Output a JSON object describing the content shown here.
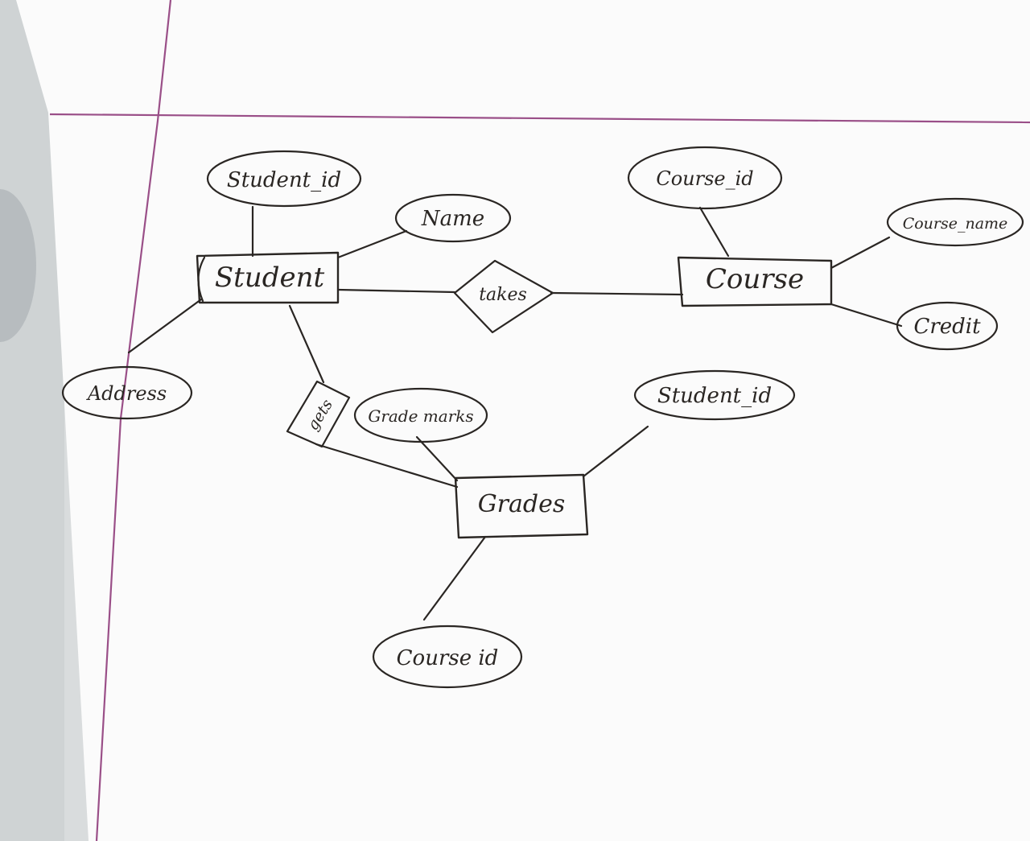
{
  "colors": {
    "paper": "#fbfbfb",
    "ink": "#2a2623",
    "margin_line": "#9a4f88",
    "background": "#d9dcdd"
  },
  "entities": {
    "student": "Student",
    "course": "Course",
    "grades": "Grades"
  },
  "relationships": {
    "takes": "takes",
    "gets": "gets"
  },
  "attributes": {
    "student_id": "Student_id",
    "name": "Name",
    "address": "Address",
    "course_id_top": "Course_id",
    "course_name": "Course_name",
    "credit": "Credit",
    "grades_student_id": "Student_id",
    "grade_marks": "Grade marks",
    "grades_course_id": "Course id"
  }
}
